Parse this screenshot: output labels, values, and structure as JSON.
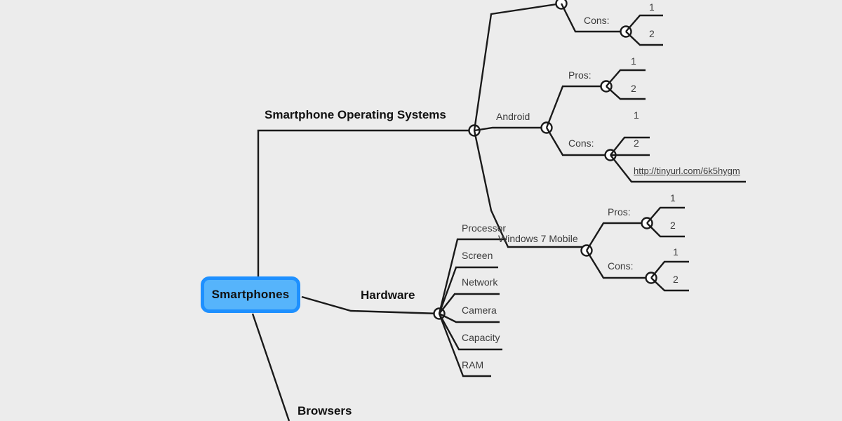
{
  "canvas": {
    "background": "#ececec",
    "line_color": "#1a1a1a",
    "node_fill": "#56b4fb",
    "node_border": "#1e90ff",
    "text_color": "#3c3c3c",
    "heading_color": "#111111"
  },
  "root": {
    "label": "Smartphones"
  },
  "branches": {
    "os": {
      "label": "Smartphone Operating Systems",
      "children": {
        "unnamed_top": {
          "label": "",
          "sections": [
            {
              "label": "Cons:",
              "items": [
                "1",
                "2"
              ]
            }
          ]
        },
        "android": {
          "label": "Android",
          "sections": [
            {
              "label": "Pros:",
              "items": [
                "1",
                "2"
              ]
            },
            {
              "label": "Cons:",
              "items": [
                "1",
                "2",
                "http://tinyurl.com/6k5hygm"
              ]
            }
          ]
        },
        "windows": {
          "label": "Windows 7 Mobile",
          "sections": [
            {
              "label": "Pros:",
              "items": [
                "1",
                "2"
              ]
            },
            {
              "label": "Cons:",
              "items": [
                "1",
                "2"
              ]
            }
          ]
        }
      }
    },
    "hardware": {
      "label": "Hardware",
      "items": [
        "Processor",
        "Screen",
        "Network",
        "Camera",
        "Capacity",
        "RAM"
      ]
    },
    "browsers": {
      "label": "Browsers"
    }
  },
  "link": {
    "text": "http://tinyurl.com/6k5hygm"
  }
}
